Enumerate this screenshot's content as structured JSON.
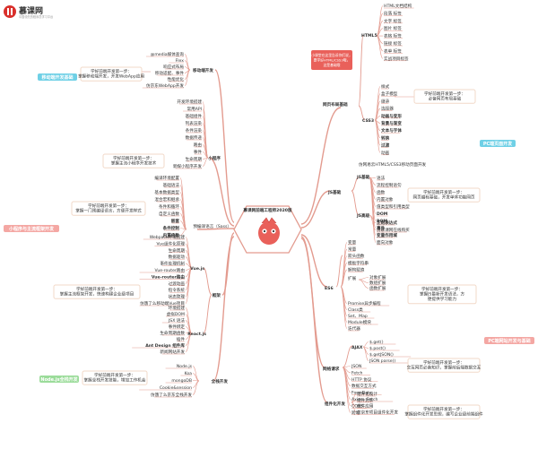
{
  "logo": {
    "name": "慕课网",
    "slogan": "中国领先的程序员学习平台"
  },
  "center": {
    "title": "慕课网前端工程师2020版"
  },
  "colors": {
    "pink": "#f4a7a3",
    "pinkDark": "#e9605a",
    "blue": "#6fd0e6",
    "green": "#9bdc9a",
    "line": "#e39b8f",
    "box": "#f2d9c8"
  },
  "sections": {
    "webapp": "移动端开发基础",
    "miniapp": "小程序与主流框架开发",
    "node": "Node.js全栈开发",
    "pc": "PC端页面开发",
    "js": "PC端网站开发与基础"
  },
  "left": {
    "mobile": {
      "branch": "移动端开发",
      "items": [
        "@media媒体查询",
        "Flex",
        "响应式布局",
        "移动适配、事件",
        "性能优化",
        "仿京东WebApp开发"
      ],
      "goal": [
        "学好前端开发第一步：",
        "掌握移动端开发，开发WebApp应用"
      ]
    },
    "mini": {
      "branch": "小程序",
      "items": [
        "开发环境搭建",
        "常用API",
        "基础组件",
        "列表渲染",
        "条件渲染",
        "数据传递",
        "路由",
        "事件",
        "生命周期",
        "新媒小程序开发"
      ],
      "goal": [
        "学好前端开发第一步：",
        "掌握主流小程序开发技术"
      ]
    },
    "frame": {
      "branch": "框架",
      "pre": "预编译语言（Sass）",
      "preItems": [
        "编译环境配置",
        "基础语法",
        "基本数据类型",
        "混合宏和继承",
        "条件和循环",
        "自定义函数",
        "嵌套",
        "条件控制",
        "内置函数"
      ],
      "preGoal": [
        "学好前端开发第一步：",
        "掌握一门预编译语言，方便开发样式"
      ],
      "vue": "Vue.js",
      "vueItems": [
        "Webpack环境搭建",
        "Vue组件化原理",
        "生命周期",
        "数据驱动",
        "事件处理机制",
        "Vue-router路由",
        "Vue-router路由",
        "过渡动画",
        "指令系统",
        "状态管理",
        "仿饿了么移动端Vue项目"
      ],
      "react": "React.js",
      "reactItems": [
        "环境搭建",
        "虚拟DOM",
        "JSX 语法",
        "事件绑定",
        "生命周期函数",
        "插件",
        "Ant Design 组件库",
        "新闻网站开发"
      ],
      "goal": [
        "学好前端开发第一步：",
        "掌握主流框架开发，快速构建企业级项目"
      ]
    },
    "node": {
      "branch": "全栈开发",
      "items": [
        "Node.js",
        "Koa",
        "mongoDB",
        "Cookie&session",
        "仿饿了么京东全栈开发"
      ],
      "goal": [
        "学好前端开发第一步：",
        "掌握全栈开发技能，增加工作机会"
      ]
    }
  },
  "right": {
    "pc": {
      "branch": "网页布局基础",
      "note": [
        "小课堂在这里告诉你们说，",
        "要学好HTML/CSS3哦，",
        "这是基础哦"
      ],
      "html": "HTML5",
      "htmlItems": [
        "HTML文档结构",
        "段落 标签",
        "文字 标签",
        "图片 标签",
        "表格 标签",
        "链接 标签",
        "表单 标签",
        "实战项目标签"
      ],
      "css": "CSS3",
      "cssItems": [
        "样式",
        "盒子模型",
        "继承",
        "选择器",
        "动画与变形",
        "背景与渐变",
        "文本与字体",
        "转换",
        "过渡",
        "动画"
      ],
      "project": "仿网易云HTML5/CSS3移动页面开发",
      "goal": [
        "学好前端开发第一步：",
        "必备网页布局基础"
      ]
    },
    "js": {
      "branch": "JS基础",
      "sub1": "JS基础",
      "items1": [
        "语法",
        "流程控制语句",
        "函数",
        "内置对象",
        "值类型和引用类型",
        "DOM",
        "BOM",
        "事件",
        "变量作用域",
        "面向对象"
      ],
      "sub2": "JS高级",
      "items2": [
        "正则表达式",
        "仿慕课网在线购买"
      ],
      "goal": [
        "学好前端开发第一步：",
        "网页编程基础，开发单体功能网页"
      ]
    },
    "es6": {
      "branch": "ES6",
      "items": [
        "变量",
        "常量",
        "箭头函数",
        "模板字符串",
        "解构赋值",
        "对象扩展",
        "数组扩展",
        "函数扩展",
        "Promise异步编程",
        "Class类",
        "Set、Map",
        "Module模块",
        "迭代器"
      ],
      "goal": [
        "学好前端开发第一步：",
        "掌握JS最新开发语法，方",
        "便提供学习能力"
      ]
    },
    "net": {
      "branch": "网络请求",
      "ajax": "AJAX",
      "ajaxItems": [
        "$.get()",
        "$.post()",
        "$.getJSON()",
        "JSON parse()"
      ],
      "items": [
        "JSON",
        "Fetch",
        "HTTP 协议",
        "数据交互方式",
        "FormData",
        "Axios、Fetch",
        "CORS",
        "跨域"
      ],
      "goal": [
        "学好前端开发第一步：",
        "交互网页必备知识，掌握前后端数据交互"
      ]
    },
    "tools": {
      "branch": "组件化开发",
      "items": [
        "组件化设计",
        "组件封装",
        "组件应用",
        "仿京东项目组件化开发"
      ],
      "goal": [
        "学好前端开发第一步：",
        "掌握组件化开发思想，编写企业级前端组件"
      ]
    }
  }
}
